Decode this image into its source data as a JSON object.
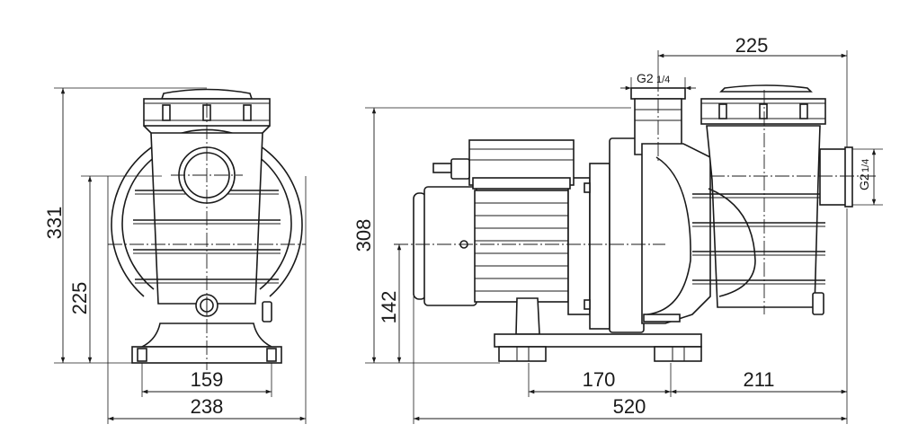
{
  "front_view": {
    "height_total": "331",
    "height_axis": "225",
    "foot_holes": "159",
    "base_width": "238"
  },
  "side_view": {
    "height_total": "308",
    "height_axis": "142",
    "strainer_width": "225",
    "foot_spacing": "170",
    "foot_to_end": "211",
    "length_total": "520"
  },
  "connections": {
    "outlet_main": "G2",
    "outlet_frac": "1/4",
    "inlet_main": "G2",
    "inlet_frac": "1/4"
  }
}
